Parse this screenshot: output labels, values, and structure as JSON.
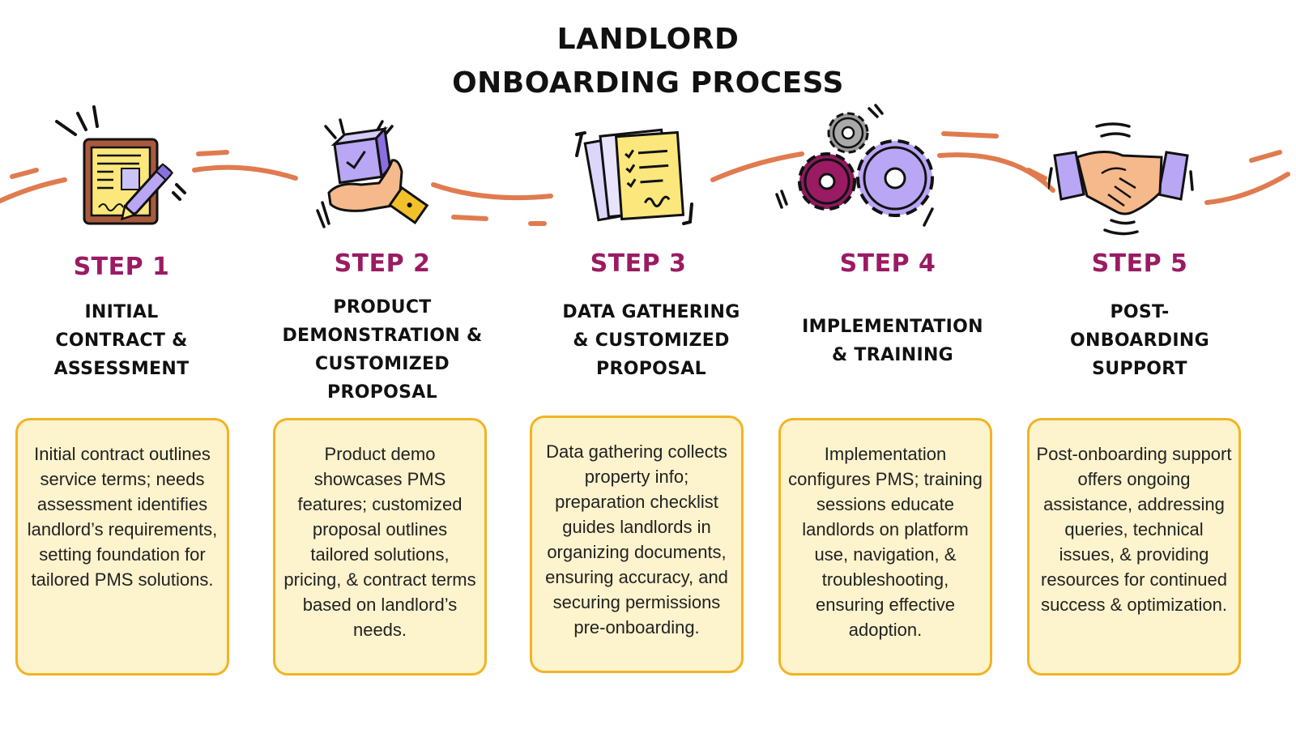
{
  "title": {
    "line1": "LANDLORD",
    "line2": "ONBOARDING PROCESS"
  },
  "colors": {
    "accent": "#9a1b63",
    "card_fill": "#fdf3cd",
    "card_border": "#f2b324",
    "wave": "#e07b4f",
    "lavender": "#b9a6f5",
    "paper_yellow": "#fbe77c",
    "skin": "#f5b98b"
  },
  "steps": [
    {
      "label": "STEP 1",
      "heading": [
        "INITIAL",
        "CONTRACT &",
        "ASSESSMENT"
      ],
      "description": "Initial contract outlines service terms; needs assessment identifies landlord’s requirements, setting foundation for tailored PMS solutions.",
      "icon": "contract-signing-icon"
    },
    {
      "label": "STEP 2",
      "heading": [
        "PRODUCT",
        "DEMONSTRATION &",
        "CUSTOMIZED",
        "PROPOSAL"
      ],
      "description": "Product demo showcases PMS features; customized proposal outlines tailored solutions, pricing, & contract terms based on landlord’s needs.",
      "icon": "hand-holding-box-icon"
    },
    {
      "label": "STEP 3",
      "heading": [
        "DATA GATHERING",
        "& CUSTOMIZED",
        "PROPOSAL"
      ],
      "description": "Data gathering collects property info; preparation checklist guides landlords in organizing documents, ensuring accuracy, and securing permissions pre-onboarding.",
      "icon": "documents-checklist-icon"
    },
    {
      "label": "STEP 4",
      "heading": [
        "IMPLEMENTATION",
        "& TRAINING"
      ],
      "description": "Implementation configures PMS; training sessions educate landlords on platform use, navigation, & troubleshooting, ensuring effective adoption.",
      "icon": "gears-icon"
    },
    {
      "label": "STEP 5",
      "heading": [
        "POST-",
        "ONBOARDING",
        "SUPPORT"
      ],
      "description": "Post-onboarding support offers ongoing assistance, addressing queries, technical issues, & providing resources for continued success & optimization.",
      "icon": "handshake-icon"
    }
  ]
}
